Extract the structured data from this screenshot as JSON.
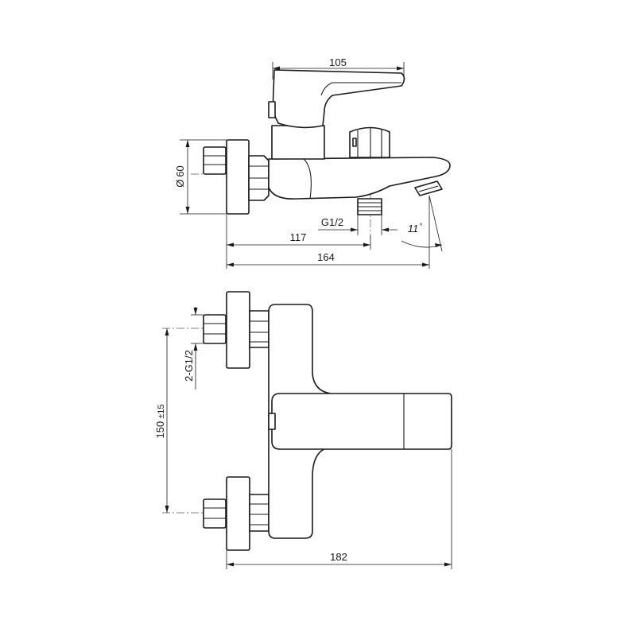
{
  "side_view": {
    "width_top": "105",
    "diameter": "60",
    "diameter_symbol": "Ø",
    "outlet_thread": "G1/2",
    "outlet_offset": "117",
    "total_depth": "164",
    "angle": "11",
    "angle_unit": "°"
  },
  "front_view": {
    "inlet_thread": "2-G1/2",
    "center_distance": "150",
    "center_tolerance": "±15",
    "total_width": "182"
  }
}
